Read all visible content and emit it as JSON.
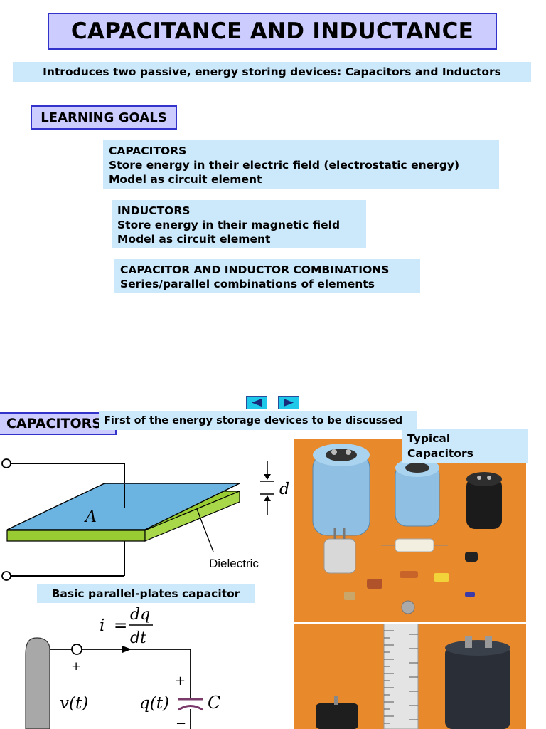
{
  "title": "CAPACITANCE AND INDUCTANCE",
  "intro": "Introduces two passive, energy storing devices:  Capacitors and Inductors",
  "learning_goals": {
    "header": "LEARNING GOALS",
    "capacitors": {
      "heading": "CAPACITORS",
      "line1": "Store energy in their electric field (electrostatic energy)",
      "line2": "Model as circuit element"
    },
    "inductors": {
      "heading": "INDUCTORS",
      "line1": "Store energy in their magnetic field",
      "line2": "Model as circuit element"
    },
    "combinations": {
      "heading": "CAPACITOR AND INDUCTOR COMBINATIONS",
      "line1": "Series/parallel combinations of elements"
    }
  },
  "nav": {
    "prev_icon": "triangle-left-icon",
    "next_icon": "triangle-right-icon"
  },
  "capacitors_section": {
    "header": "CAPACITORS",
    "note": "First of the energy storage devices to be discussed",
    "typical_line1": "Typical",
    "typical_line2": "Capacitors",
    "diagram": {
      "area_label": "A",
      "distance_label": "d",
      "dielectric_label": "Dielectric"
    },
    "diagram_caption": "Basic parallel-plates capacitor",
    "circuit": {
      "i": "i",
      "eq": "=",
      "dq": "dq",
      "dt": "dt",
      "plus_top": "+",
      "v": "v(t)",
      "q": "q(t)",
      "c": "C",
      "plus_cap": "+",
      "minus_cap": "−"
    }
  },
  "colors": {
    "header_fill": "#ccccff",
    "header_border": "#3333cc",
    "box_fill": "#cce8fb",
    "nav_button": "#1ec8e8",
    "plate_top": "#6bb3e0",
    "dielectric": "#99cc33",
    "photo_background": "#e8892c"
  }
}
